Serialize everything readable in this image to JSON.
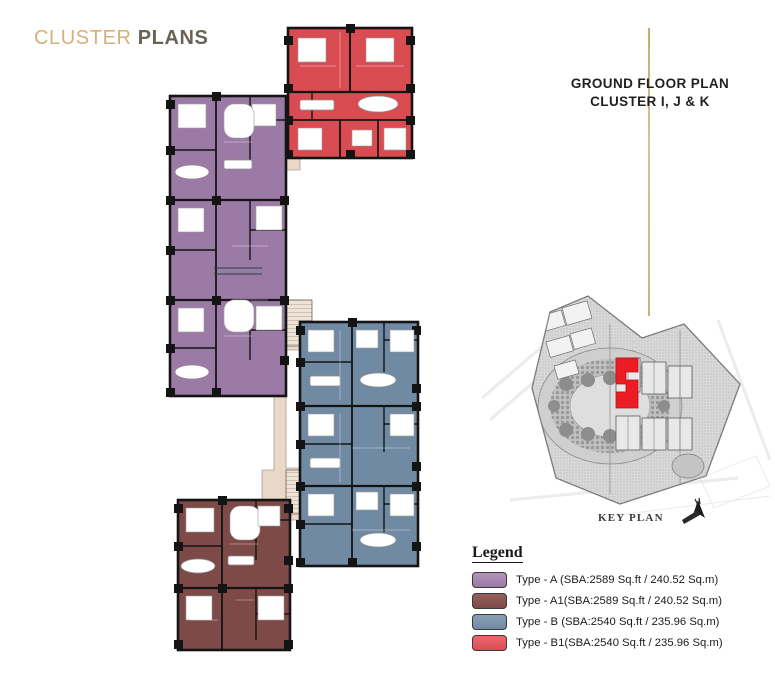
{
  "title": {
    "part1": "CLUSTER ",
    "part2": "PLANS"
  },
  "right_panel": {
    "line1": "GROUND FLOOR PLAN",
    "line2": "CLUSTER I, J & K"
  },
  "key_plan": {
    "label": "KEY PLAN",
    "north_arrow_icon": "north-arrow-icon",
    "highlight_color": "#ec1c24"
  },
  "legend": {
    "heading": "Legend",
    "items": [
      {
        "label": "Type - A  (SBA:2589 Sq.ft / 240.52 Sq.m)",
        "color": "#a98ab2",
        "name": "legend-type-a"
      },
      {
        "label": "Type - A1(SBA:2589 Sq.ft / 240.52 Sq.m)",
        "color": "#8a5550",
        "name": "legend-type-a1"
      },
      {
        "label": "Type - B  (SBA:2540 Sq.ft / 235.96 Sq.m)",
        "color": "#7e94ab",
        "name": "legend-type-b"
      },
      {
        "label": "Type - B1(SBA:2540 Sq.ft / 235.96 Sq.m)",
        "color": "#e2535a",
        "name": "legend-type-b1"
      }
    ]
  },
  "floor_plan": {
    "blocks": [
      {
        "type": "B1",
        "color": "#d94c52",
        "position": "top-right"
      },
      {
        "type": "A",
        "color": "#9c7aa6",
        "position": "upper-left"
      },
      {
        "type": "B",
        "color": "#708aa3",
        "position": "lower-right"
      },
      {
        "type": "A1",
        "color": "#7d4a48",
        "position": "bottom-left"
      }
    ],
    "core_color": "#e6d7c8",
    "wall_color": "#1b1b1b",
    "fixture_color": "#ffffff"
  }
}
